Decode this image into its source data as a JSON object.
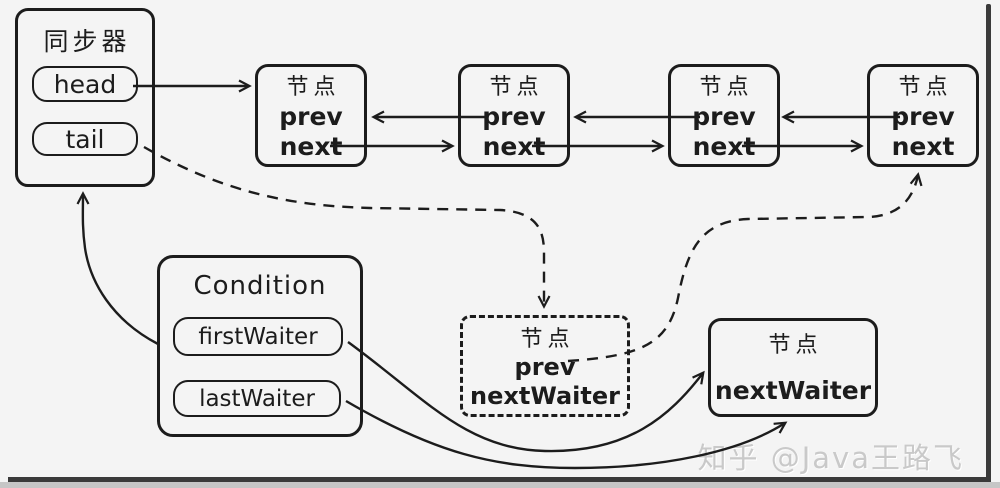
{
  "synchronizer": {
    "title": "同步器",
    "head_label": "head",
    "tail_label": "tail"
  },
  "queue_nodes": [
    {
      "title": "节点",
      "prev_label": "prev",
      "next_label": "next"
    },
    {
      "title": "节点",
      "prev_label": "prev",
      "next_label": "next"
    },
    {
      "title": "节点",
      "prev_label": "prev",
      "next_label": "next"
    },
    {
      "title": "节点",
      "prev_label": "prev",
      "next_label": "next"
    }
  ],
  "condition": {
    "title": "Condition",
    "first_waiter_label": "firstWaiter",
    "last_waiter_label": "lastWaiter"
  },
  "condition_queue": {
    "waiting_node": {
      "title": "节点",
      "prev_label": "prev",
      "next_waiter_label": "nextWaiter"
    },
    "tail_node": {
      "title": "节点",
      "next_waiter_label": "nextWaiter"
    }
  },
  "watermark": "知乎 @Java王路飞",
  "colors": {
    "line": "#1c1c1c",
    "background": "#f4f4f4",
    "watermark": "#c9c9c9",
    "frame_edge": "#3a3a3a"
  }
}
